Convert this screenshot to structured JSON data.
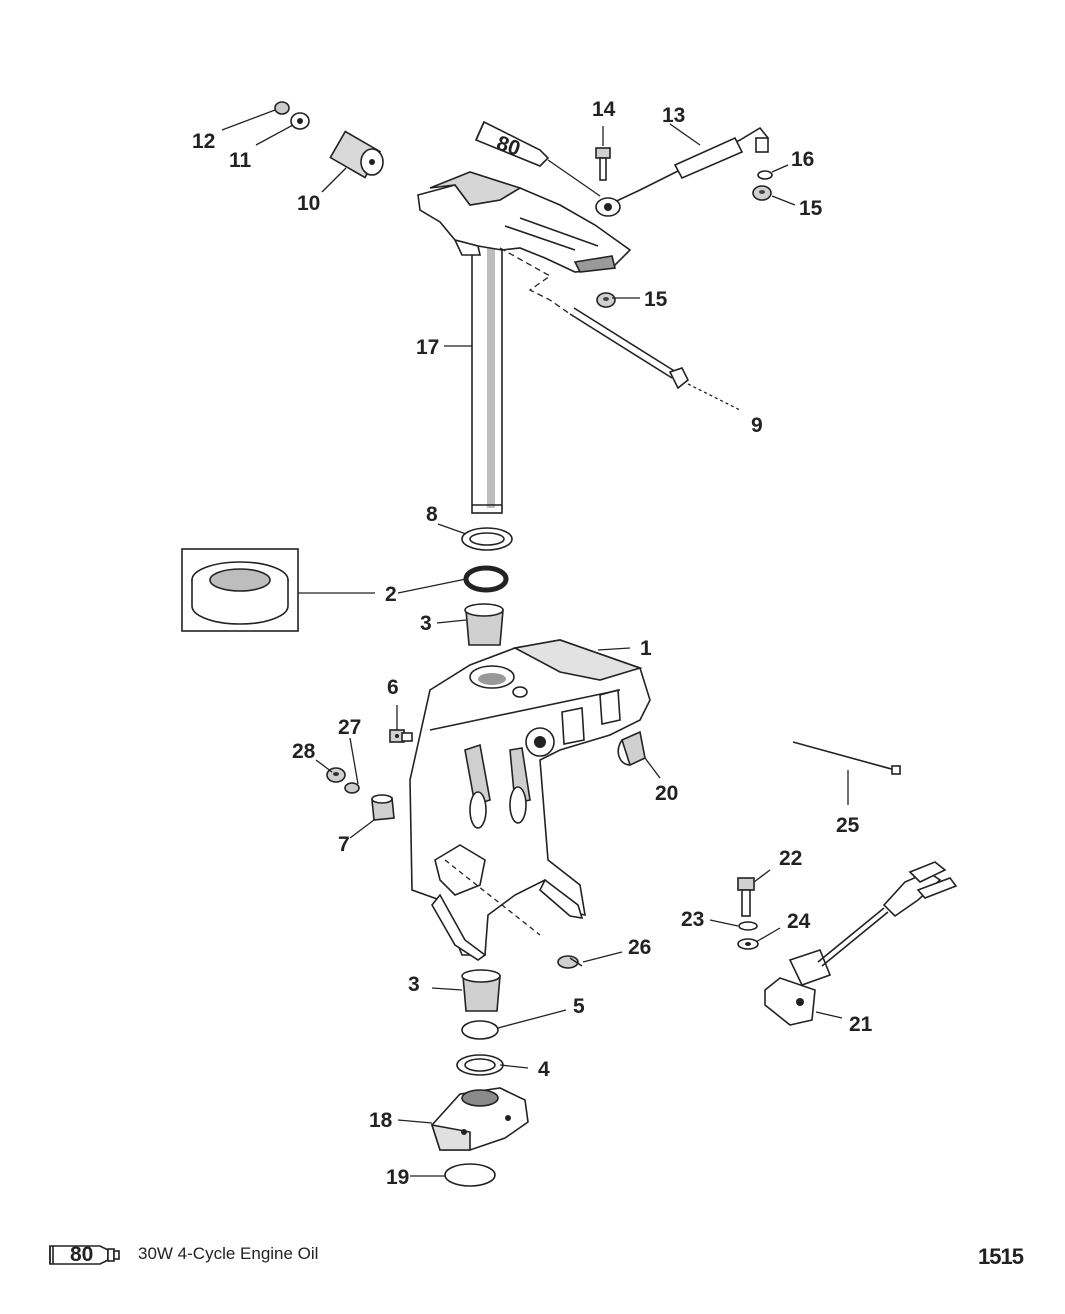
{
  "callouts": [
    {
      "id": "1",
      "label": "1"
    },
    {
      "id": "2",
      "label": "2"
    },
    {
      "id": "3a",
      "label": "3"
    },
    {
      "id": "3b",
      "label": "3"
    },
    {
      "id": "4",
      "label": "4"
    },
    {
      "id": "5",
      "label": "5"
    },
    {
      "id": "6",
      "label": "6"
    },
    {
      "id": "7",
      "label": "7"
    },
    {
      "id": "8",
      "label": "8"
    },
    {
      "id": "9",
      "label": "9"
    },
    {
      "id": "10",
      "label": "10"
    },
    {
      "id": "11",
      "label": "11"
    },
    {
      "id": "12",
      "label": "12"
    },
    {
      "id": "13",
      "label": "13"
    },
    {
      "id": "14",
      "label": "14"
    },
    {
      "id": "15a",
      "label": "15"
    },
    {
      "id": "15b",
      "label": "15"
    },
    {
      "id": "16",
      "label": "16"
    },
    {
      "id": "17",
      "label": "17"
    },
    {
      "id": "18",
      "label": "18"
    },
    {
      "id": "19",
      "label": "19"
    },
    {
      "id": "20",
      "label": "20"
    },
    {
      "id": "21",
      "label": "21"
    },
    {
      "id": "22",
      "label": "22"
    },
    {
      "id": "23",
      "label": "23"
    },
    {
      "id": "24",
      "label": "24"
    },
    {
      "id": "25",
      "label": "25"
    },
    {
      "id": "26",
      "label": "26"
    },
    {
      "id": "27",
      "label": "27"
    },
    {
      "id": "28",
      "label": "28"
    }
  ],
  "lubricant_tube_label": "80",
  "legend": {
    "tube_number": "80",
    "description": "30W 4-Cycle Engine Oil"
  },
  "page_number": "1515",
  "colors": {
    "line": "#222222",
    "part_fill": "#ffffff",
    "shade": "#bdbdbd",
    "dark_shade": "#6e6e6e"
  }
}
